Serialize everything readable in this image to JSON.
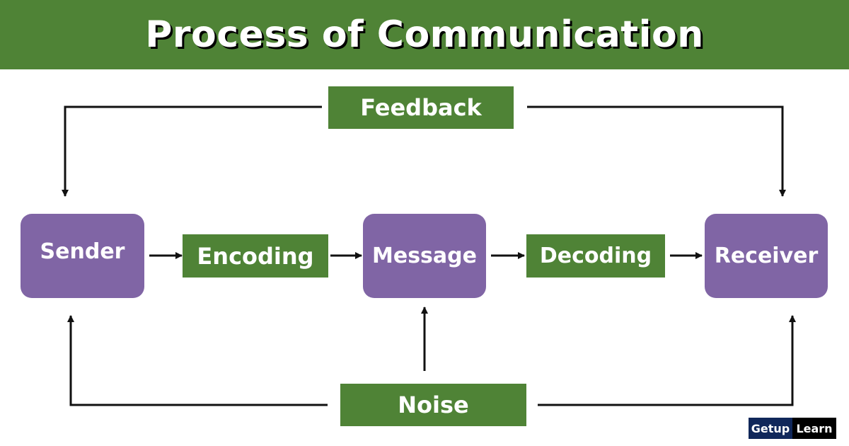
{
  "title": "Process of Communication",
  "nodes": {
    "sender": "Sender",
    "encoding": "Encoding",
    "message": "Message",
    "decoding": "Decoding",
    "receiver": "Receiver",
    "feedback": "Feedback",
    "noise": "Noise"
  },
  "logo": {
    "part1": "Getup",
    "part2": "Learn"
  },
  "colors": {
    "green": "#4f8336",
    "purple": "#8065a5",
    "logo_navy": "#10275a",
    "logo_black": "#000000"
  }
}
